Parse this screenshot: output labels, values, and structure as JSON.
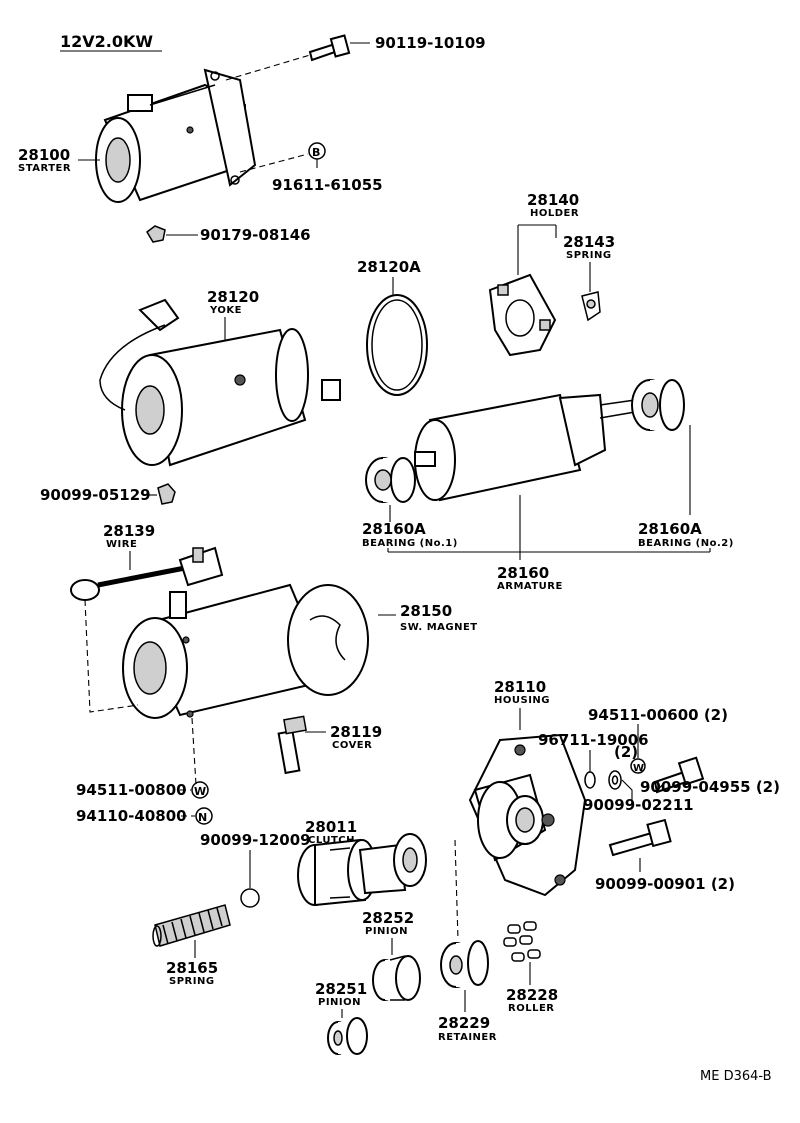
{
  "header": {
    "spec": "12V2.0KW",
    "diagram_code": "ME D364-B"
  },
  "parts": {
    "starter": {
      "number": "28100",
      "name": "STARTER"
    },
    "bolt_a": {
      "number": "90119-10109"
    },
    "nut_b": {
      "number": "91611-61055",
      "symbol": "B"
    },
    "nut_c": {
      "number": "90179-08146"
    },
    "holder": {
      "number": "28140",
      "name": "HOLDER"
    },
    "spring_holder": {
      "number": "28143",
      "name": "SPRING"
    },
    "oring": {
      "number": "28120A"
    },
    "yoke": {
      "number": "28120",
      "name": "YOKE"
    },
    "nut_d": {
      "number": "90099-05129"
    },
    "bearing1": {
      "number": "28160A",
      "name": "BEARING (No.1)"
    },
    "bearing2": {
      "number": "28160A",
      "name": "BEARING (No.2)"
    },
    "armature": {
      "number": "28160",
      "name": "ARMATURE"
    },
    "wire": {
      "number": "28139",
      "name": "WIRE"
    },
    "magnet": {
      "number": "28150",
      "name": "SW. MAGNET"
    },
    "cover": {
      "number": "28119",
      "name": "COVER"
    },
    "washer_w": {
      "number": "94511-00800",
      "symbol": "W"
    },
    "nut_n": {
      "number": "94110-40800",
      "symbol": "N"
    },
    "housing": {
      "number": "28110",
      "name": "HOUSING"
    },
    "washer_w2": {
      "number": "94511-00600 (2)",
      "symbol": "W"
    },
    "oring2": {
      "number": "96711-19006",
      "qty": "(2)"
    },
    "bolt_e": {
      "number": "90099-04955 (2)"
    },
    "washer_e": {
      "number": "90099-02211"
    },
    "bolt_f": {
      "number": "90099-00901 (2)"
    },
    "clutch": {
      "number": "28011",
      "name": "CLUTCH"
    },
    "ball": {
      "number": "90099-12009"
    },
    "spring_big": {
      "number": "28165",
      "name": "SPRING"
    },
    "pinion1": {
      "number": "28252",
      "name": "PINION"
    },
    "pinion2": {
      "number": "28251",
      "name": "PINION"
    },
    "retainer": {
      "number": "28229",
      "name": "RETAINER"
    },
    "roller": {
      "number": "28228",
      "name": "ROLLER"
    }
  },
  "colors": {
    "ink": "#000000",
    "paper": "#ffffff",
    "shade": "#cfcfcf"
  }
}
